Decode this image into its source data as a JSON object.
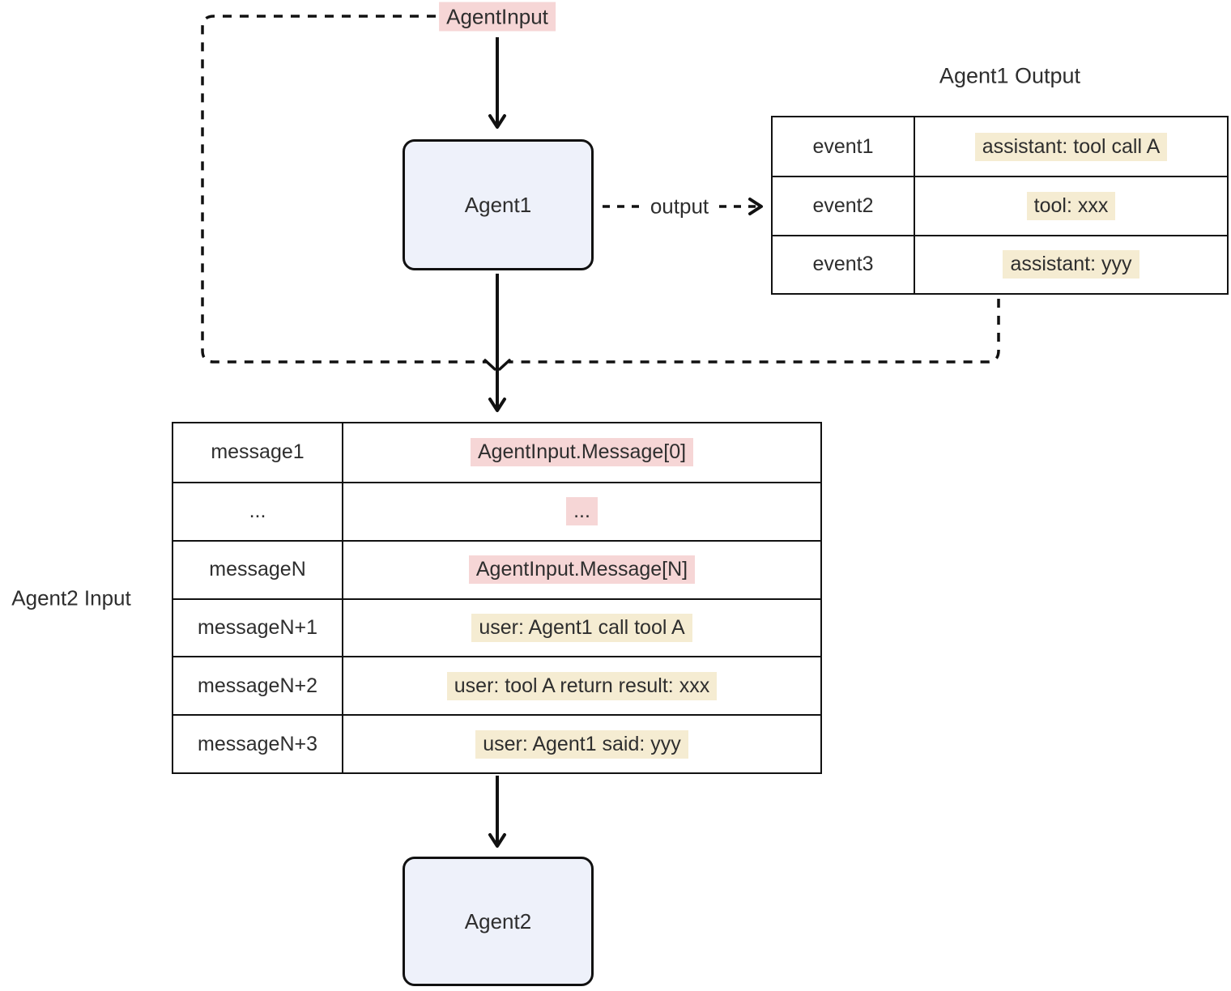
{
  "diagram": {
    "agent_input_label": "AgentInput",
    "nodes": {
      "agent1": {
        "label": "Agent1"
      },
      "agent2": {
        "label": "Agent2"
      }
    },
    "edges": {
      "output_label": "output"
    },
    "agent1_output_table": {
      "title": "Agent1 Output",
      "rows": [
        {
          "key": "event1",
          "value": "assistant: tool call A"
        },
        {
          "key": "event2",
          "value": "tool: xxx"
        },
        {
          "key": "event3",
          "value": "assistant: yyy"
        }
      ]
    },
    "agent2_input_table": {
      "title": "Agent2 Input",
      "rows": [
        {
          "key": "message1",
          "value": "AgentInput.Message[0]"
        },
        {
          "key": "...",
          "value": "..."
        },
        {
          "key": "messageN",
          "value": "AgentInput.Message[N]"
        },
        {
          "key": "messageN+1",
          "value": "user: Agent1 call tool A"
        },
        {
          "key": "messageN+2",
          "value": "user: tool A return result: xxx"
        },
        {
          "key": "messageN+3",
          "value": "user: Agent1 said: yyy"
        }
      ]
    },
    "colors": {
      "pink_highlight": "#f6d6d6",
      "yellow_highlight": "#f5ecd2",
      "node_fill": "#eef1fa",
      "line": "#111111",
      "text": "#2e2e2e"
    }
  }
}
